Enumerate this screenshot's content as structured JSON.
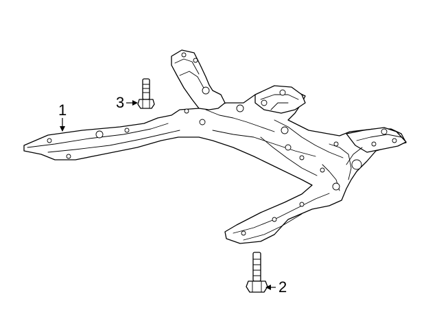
{
  "callouts": [
    {
      "number": "1",
      "part": "subframe"
    },
    {
      "number": "2",
      "part": "rear-bolt"
    },
    {
      "number": "3",
      "part": "front-bolt"
    }
  ]
}
